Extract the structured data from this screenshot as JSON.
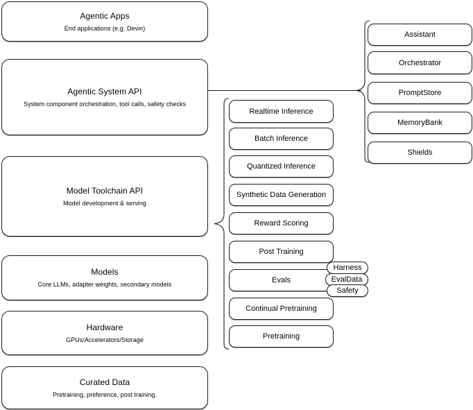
{
  "diagram": {
    "type": "layered-architecture-diagram",
    "layers": [
      {
        "id": "agentic-apps",
        "title": "Agentic Apps",
        "subtitle": "End applications (e.g. Devin)"
      },
      {
        "id": "agentic-system-api",
        "title": "Agentic System API",
        "subtitle": "System component orchestration, tool calls, safety checks"
      },
      {
        "id": "model-toolchain-api",
        "title": "Model Toolchain API",
        "subtitle": "Model development & serving"
      },
      {
        "id": "models",
        "title": "Models",
        "subtitle": "Core LLMs, adapter weights, secondary models"
      },
      {
        "id": "hardware",
        "title": "Hardware",
        "subtitle": "GPUs/Accelerators/Storage"
      },
      {
        "id": "curated-data",
        "title": "Curated Data",
        "subtitle": "Pretraining, preference, post training."
      }
    ],
    "toolchain_capabilities": [
      {
        "id": "realtime-inference",
        "label": "Realtime Inference"
      },
      {
        "id": "batch-inference",
        "label": "Batch Inference"
      },
      {
        "id": "quantized-inference",
        "label": "Quantized Inference"
      },
      {
        "id": "synthetic-data-generation",
        "label": "Synthetic Data Generation"
      },
      {
        "id": "reward-scoring",
        "label": "Reward Scoring"
      },
      {
        "id": "post-training",
        "label": "Post Training"
      },
      {
        "id": "evals",
        "label": "Evals"
      },
      {
        "id": "continual-pretraining",
        "label": "Continual Pretraining"
      },
      {
        "id": "pretraining",
        "label": "Pretraining"
      }
    ],
    "system_components": [
      {
        "id": "assistant",
        "label": "Assistant"
      },
      {
        "id": "orchestrator",
        "label": "Orchestrator"
      },
      {
        "id": "promptstore",
        "label": "PromptStore"
      },
      {
        "id": "memorybank",
        "label": "MemoryBank"
      },
      {
        "id": "shields",
        "label": "Shields"
      }
    ],
    "eval_tags": [
      {
        "id": "harness",
        "label": "Harness"
      },
      {
        "id": "evaldata",
        "label": "EvalData"
      },
      {
        "id": "safety",
        "label": "Safety"
      }
    ],
    "colors": {
      "stroke": "#1a1a1a",
      "fill": "#ffffff",
      "text": "#000000"
    }
  }
}
